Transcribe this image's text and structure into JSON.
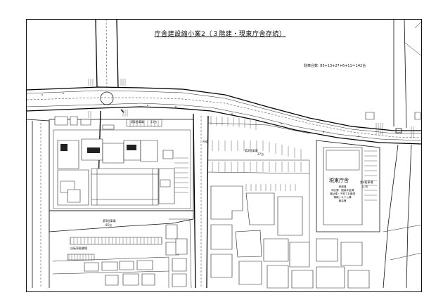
{
  "drawing": {
    "title": "庁舎建設縮小案2（３階建・現東庁舎存続）",
    "parking_count": "駐車台数: 85+13+27+6+11＝142台"
  },
  "labels": {
    "parking_1": "第1駐車場",
    "parking_1_count": "13台",
    "parking_2": "第2駐車場",
    "parking_2_count": "27台",
    "parking_3": "第3駐車場",
    "parking_3_count": "85台",
    "parking_4": "第4駐車場",
    "parking_4_count": "11台",
    "bicycle_parking": "自転車駐輪場",
    "road_label": "市道",
    "east_annex": "現東庁舎",
    "east_annex_departments": [
      "税務課",
      "市民課・国保年金課",
      "福祉課・子育て支援課",
      "情報システム課",
      "議会棟"
    ]
  }
}
